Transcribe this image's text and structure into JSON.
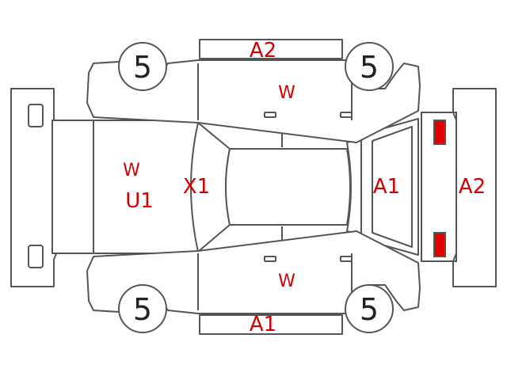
{
  "colors": {
    "outline": "#555555",
    "code_text": "#d40000",
    "front_lamp_fill": "#ffff00",
    "rear_lamp_fill": "#e00000"
  },
  "tires": {
    "front_left": "5",
    "front_right": "5",
    "rear_left": "5",
    "rear_right": "5"
  },
  "codes": {
    "roof_side_top": "A2",
    "door_upper": "W",
    "hood_w": "W",
    "hood_u1": "U1",
    "windshield": "X1",
    "rear_glass": "A1",
    "rear_bumper": "A2",
    "door_lower": "W",
    "roof_side_bottom": "A1"
  }
}
